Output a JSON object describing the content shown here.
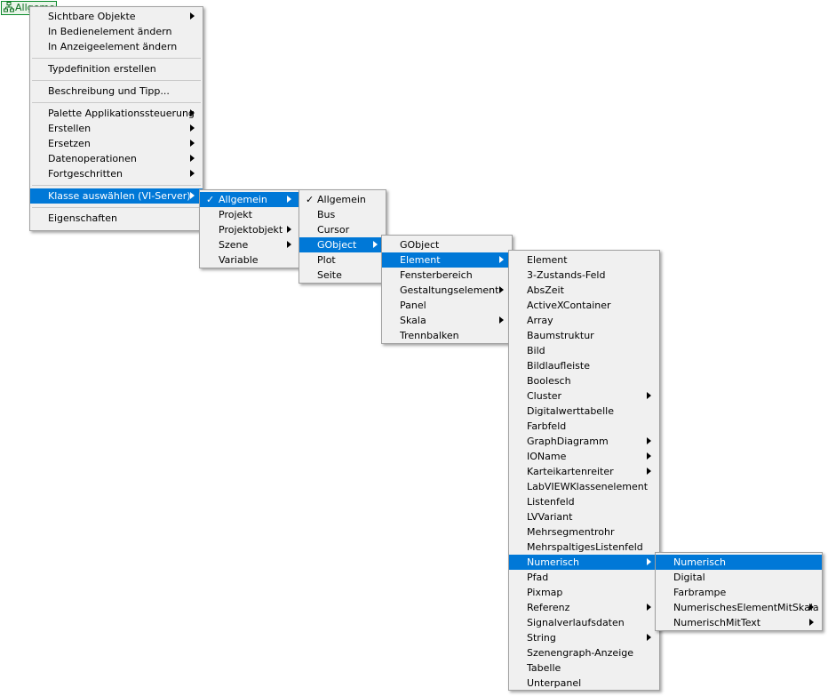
{
  "badge": {
    "label": "Allgemein"
  },
  "menus": {
    "context": {
      "items": [
        {
          "label": "Sichtbare Objekte",
          "sub": true
        },
        {
          "label": "In Bedienelement ändern"
        },
        {
          "label": "In Anzeigeelement ändern"
        },
        {
          "sep": true
        },
        {
          "label": "Typdefinition erstellen"
        },
        {
          "sep": true
        },
        {
          "label": "Beschreibung und Tipp..."
        },
        {
          "sep": true
        },
        {
          "label": "Palette Applikationssteuerung",
          "sub": true
        },
        {
          "label": "Erstellen",
          "sub": true
        },
        {
          "label": "Ersetzen",
          "sub": true
        },
        {
          "label": "Datenoperationen",
          "sub": true
        },
        {
          "label": "Fortgeschritten",
          "sub": true
        },
        {
          "sep": true
        },
        {
          "label": "Klasse auswählen (VI-Server)",
          "sub": true,
          "hl": true
        },
        {
          "sep": true
        },
        {
          "label": "Eigenschaften"
        }
      ]
    },
    "vi_server": {
      "items": [
        {
          "label": "Allgemein",
          "sub": true,
          "hl": true,
          "checked": true
        },
        {
          "label": "Projekt"
        },
        {
          "label": "Projektobjekt",
          "sub": true
        },
        {
          "label": "Szene",
          "sub": true
        },
        {
          "label": "Variable"
        }
      ]
    },
    "allgemein": {
      "items": [
        {
          "label": "Allgemein",
          "checked": true
        },
        {
          "label": "Bus"
        },
        {
          "label": "Cursor"
        },
        {
          "label": "GObject",
          "sub": true,
          "hl": true
        },
        {
          "label": "Plot"
        },
        {
          "label": "Seite"
        }
      ]
    },
    "gobject": {
      "items": [
        {
          "label": "GObject"
        },
        {
          "label": "Element",
          "sub": true,
          "hl": true
        },
        {
          "label": "Fensterbereich"
        },
        {
          "label": "Gestaltungselement",
          "sub": true
        },
        {
          "label": "Panel"
        },
        {
          "label": "Skala",
          "sub": true
        },
        {
          "label": "Trennbalken"
        }
      ]
    },
    "element": {
      "items": [
        {
          "label": "Element"
        },
        {
          "label": "3-Zustands-Feld"
        },
        {
          "label": "AbsZeit"
        },
        {
          "label": "ActiveXContainer"
        },
        {
          "label": "Array"
        },
        {
          "label": "Baumstruktur"
        },
        {
          "label": "Bild"
        },
        {
          "label": "Bildlaufleiste"
        },
        {
          "label": "Boolesch"
        },
        {
          "label": "Cluster",
          "sub": true
        },
        {
          "label": "Digitalwerttabelle"
        },
        {
          "label": "Farbfeld"
        },
        {
          "label": "GraphDiagramm",
          "sub": true
        },
        {
          "label": "IOName",
          "sub": true
        },
        {
          "label": "Karteikartenreiter",
          "sub": true
        },
        {
          "label": "LabVIEWKlassenelement"
        },
        {
          "label": "Listenfeld"
        },
        {
          "label": "LVVariant"
        },
        {
          "label": "Mehrsegmentrohr"
        },
        {
          "label": "MehrspaltigesListenfeld"
        },
        {
          "label": "Numerisch",
          "sub": true,
          "hl": true
        },
        {
          "label": "Pfad"
        },
        {
          "label": "Pixmap"
        },
        {
          "label": "Referenz",
          "sub": true
        },
        {
          "label": "Signalverlaufsdaten"
        },
        {
          "label": "String",
          "sub": true
        },
        {
          "label": "Szenengraph-Anzeige"
        },
        {
          "label": "Tabelle"
        },
        {
          "label": "Unterpanel"
        }
      ]
    },
    "numerisch": {
      "items": [
        {
          "label": "Numerisch",
          "hl": true
        },
        {
          "label": "Digital"
        },
        {
          "label": "Farbrampe"
        },
        {
          "label": "NumerischesElementMitSkala",
          "sub": true
        },
        {
          "label": "NumerischMitText",
          "sub": true
        }
      ]
    }
  }
}
